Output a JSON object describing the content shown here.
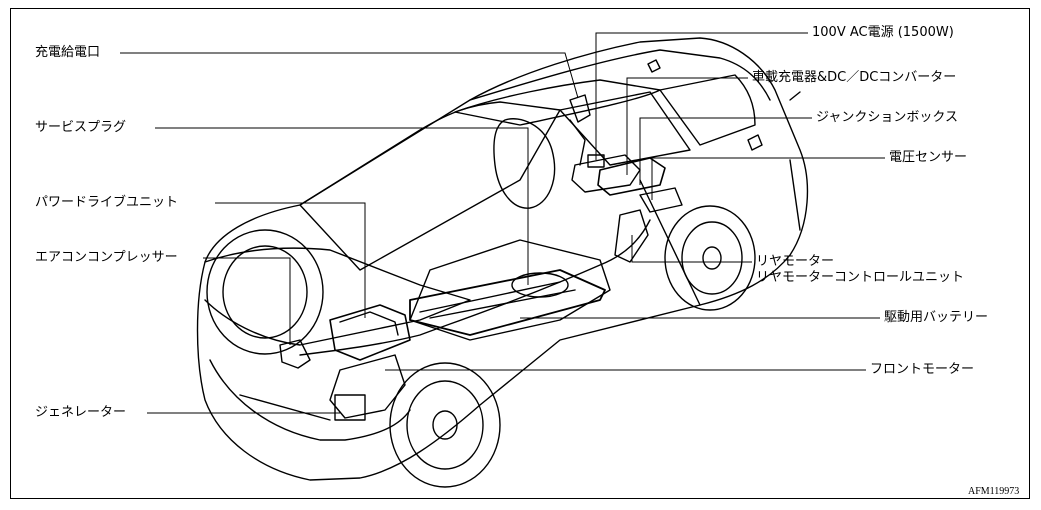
{
  "labels_left": {
    "charging_port": "充電給電口",
    "service_plug": "サービスプラグ",
    "power_drive_unit": "パワードライブユニット",
    "ac_compressor": "エアコンコンプレッサー",
    "generator": "ジェネレーター"
  },
  "labels_right": {
    "ac_outlet": "100V AC電源 (1500W)",
    "charger_dcdc": "車載充電器&DC／DCコンバーター",
    "junction_box": "ジャンクションボックス",
    "voltage_sensor": "電圧センサー",
    "rear_motor": "リヤモーター",
    "rear_motor_control": "リヤモーターコントロールユニット",
    "drive_battery": "駆動用バッテリー",
    "front_motor": "フロントモーター"
  },
  "figure_code": "AFM119973"
}
